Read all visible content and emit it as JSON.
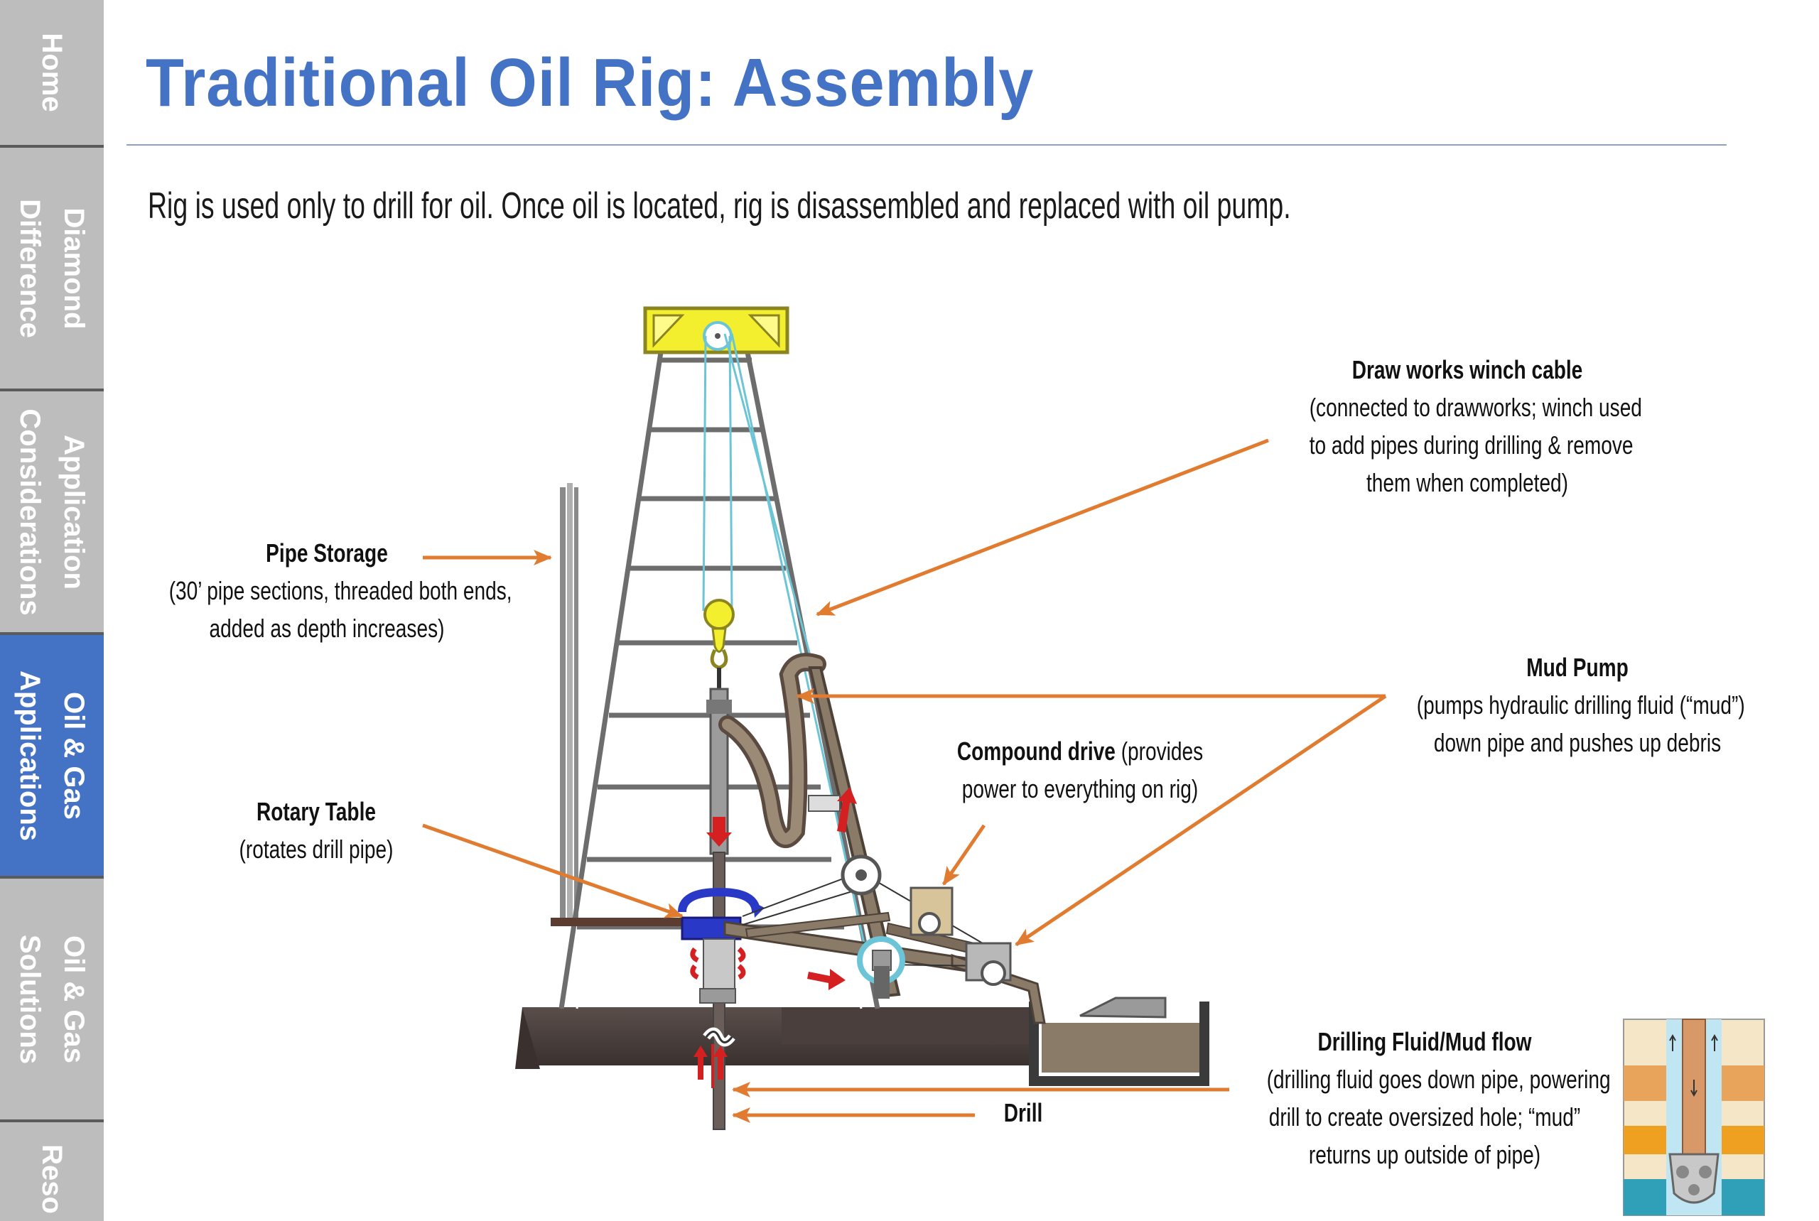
{
  "sidebar": {
    "tabs": [
      {
        "label": "Home",
        "active": false
      },
      {
        "label": "Diamond\nDifference",
        "active": false
      },
      {
        "label": "Application\nConsiderations",
        "active": false
      },
      {
        "label": "Oil & Gas\nApplications",
        "active": true
      },
      {
        "label": "Oil & Gas\nSolutions",
        "active": false
      },
      {
        "label": "Reso",
        "active": false
      }
    ]
  },
  "slide": {
    "title": "Traditional Oil Rig:  Assembly",
    "subtitle": "Rig is used only to drill for oil.  Once oil is located, rig is disassembled and replaced with oil pump."
  },
  "callouts": {
    "draw_works": {
      "title": "Draw works winch cable",
      "lines": [
        "(connected to drawworks; winch used",
        "to add pipes during drilling & remove",
        "them when completed)"
      ]
    },
    "pipe_storage": {
      "title": "Pipe Storage",
      "lines": [
        "(30’ pipe sections, threaded both ends,",
        "added as depth increases)"
      ]
    },
    "mud_pump": {
      "title": "Mud Pump",
      "lines": [
        "(pumps hydraulic drilling fluid (“mud”)",
        "down pipe and pushes up debris"
      ]
    },
    "compound_drive": {
      "title": "Compound drive",
      "title_suffix": " (provides",
      "lines": [
        "power to everything on rig)"
      ]
    },
    "rotary_table": {
      "title": "Rotary Table",
      "lines": [
        "(rotates drill pipe)"
      ]
    },
    "drilling_fluid": {
      "title": "Drilling Fluid/Mud flow",
      "lines": [
        "(drilling fluid goes down pipe, powering",
        "drill to create oversized hole; “mud”",
        "returns up outside of pipe)"
      ]
    },
    "drill": {
      "title": "Drill"
    }
  },
  "colors": {
    "accent": "#4472c4",
    "arrow": "#e07b2f",
    "sidebar": "#bdbdbd",
    "ground": "#4a3f3d",
    "cable": "#6cc5d6",
    "crown": "#e8e000"
  }
}
